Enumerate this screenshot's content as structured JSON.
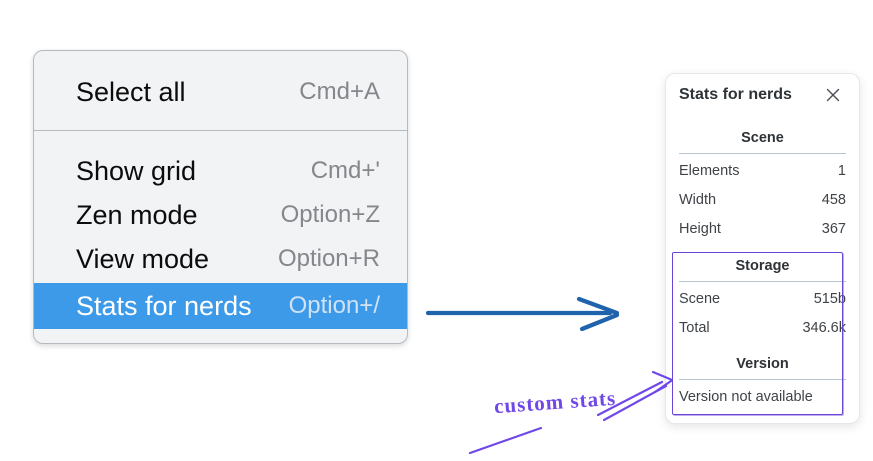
{
  "context_menu": {
    "groups": [
      {
        "items": [
          {
            "label": "Select all",
            "shortcut": "Cmd+A"
          }
        ]
      },
      {
        "items": [
          {
            "label": "Show grid",
            "shortcut": "Cmd+'"
          },
          {
            "label": "Zen mode",
            "shortcut": "Option+Z"
          },
          {
            "label": "View mode",
            "shortcut": "Option+R"
          },
          {
            "label": "Stats for nerds",
            "shortcut": "Option+/",
            "highlighted": true
          }
        ]
      }
    ]
  },
  "stats_panel": {
    "title": "Stats for nerds",
    "close_icon": "x-icon",
    "sections": [
      {
        "header": "Scene",
        "rows": [
          {
            "label": "Elements",
            "value": "1"
          },
          {
            "label": "Width",
            "value": "458"
          },
          {
            "label": "Height",
            "value": "367"
          }
        ]
      },
      {
        "header": "Storage",
        "rows": [
          {
            "label": "Scene",
            "value": "515b"
          },
          {
            "label": "Total",
            "value": "346.6k"
          }
        ]
      },
      {
        "header": "Version",
        "note": "Version not available"
      }
    ]
  },
  "annotation": {
    "label": "custom stats"
  },
  "colors": {
    "menu_highlight": "#3d9ae8",
    "flow_arrow_blue": "#1f63ad",
    "annotation_purple": "#7048e8",
    "annotation_box_purple": "#6b46d6"
  }
}
